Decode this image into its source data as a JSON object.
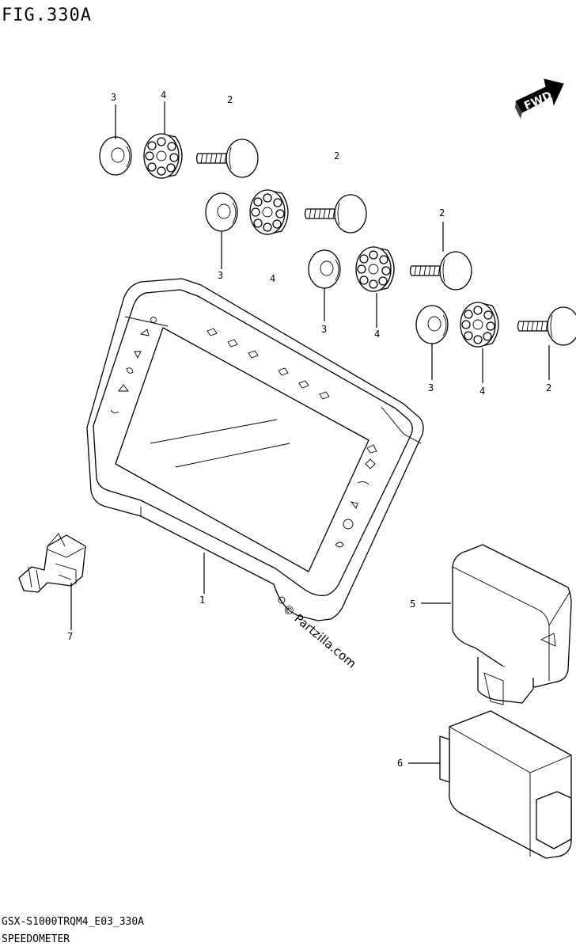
{
  "figure": {
    "title": "FIG.330A",
    "model_code": "GSX-S1000TRQM4_E03_330A",
    "section_name": "SPEEDOMETER"
  },
  "direction_indicator": {
    "label": "FWD"
  },
  "watermark": {
    "text": "© Partzilla.com"
  },
  "callouts": {
    "c1": "1",
    "c2a": "2",
    "c2b": "2",
    "c2c": "2",
    "c2d": "2",
    "c3a": "3",
    "c3b": "3",
    "c3c": "3",
    "c4a": "4",
    "c4b": "4",
    "c4c": "4",
    "c4d": "4",
    "c5": "5",
    "c6": "6",
    "c7": "7"
  }
}
